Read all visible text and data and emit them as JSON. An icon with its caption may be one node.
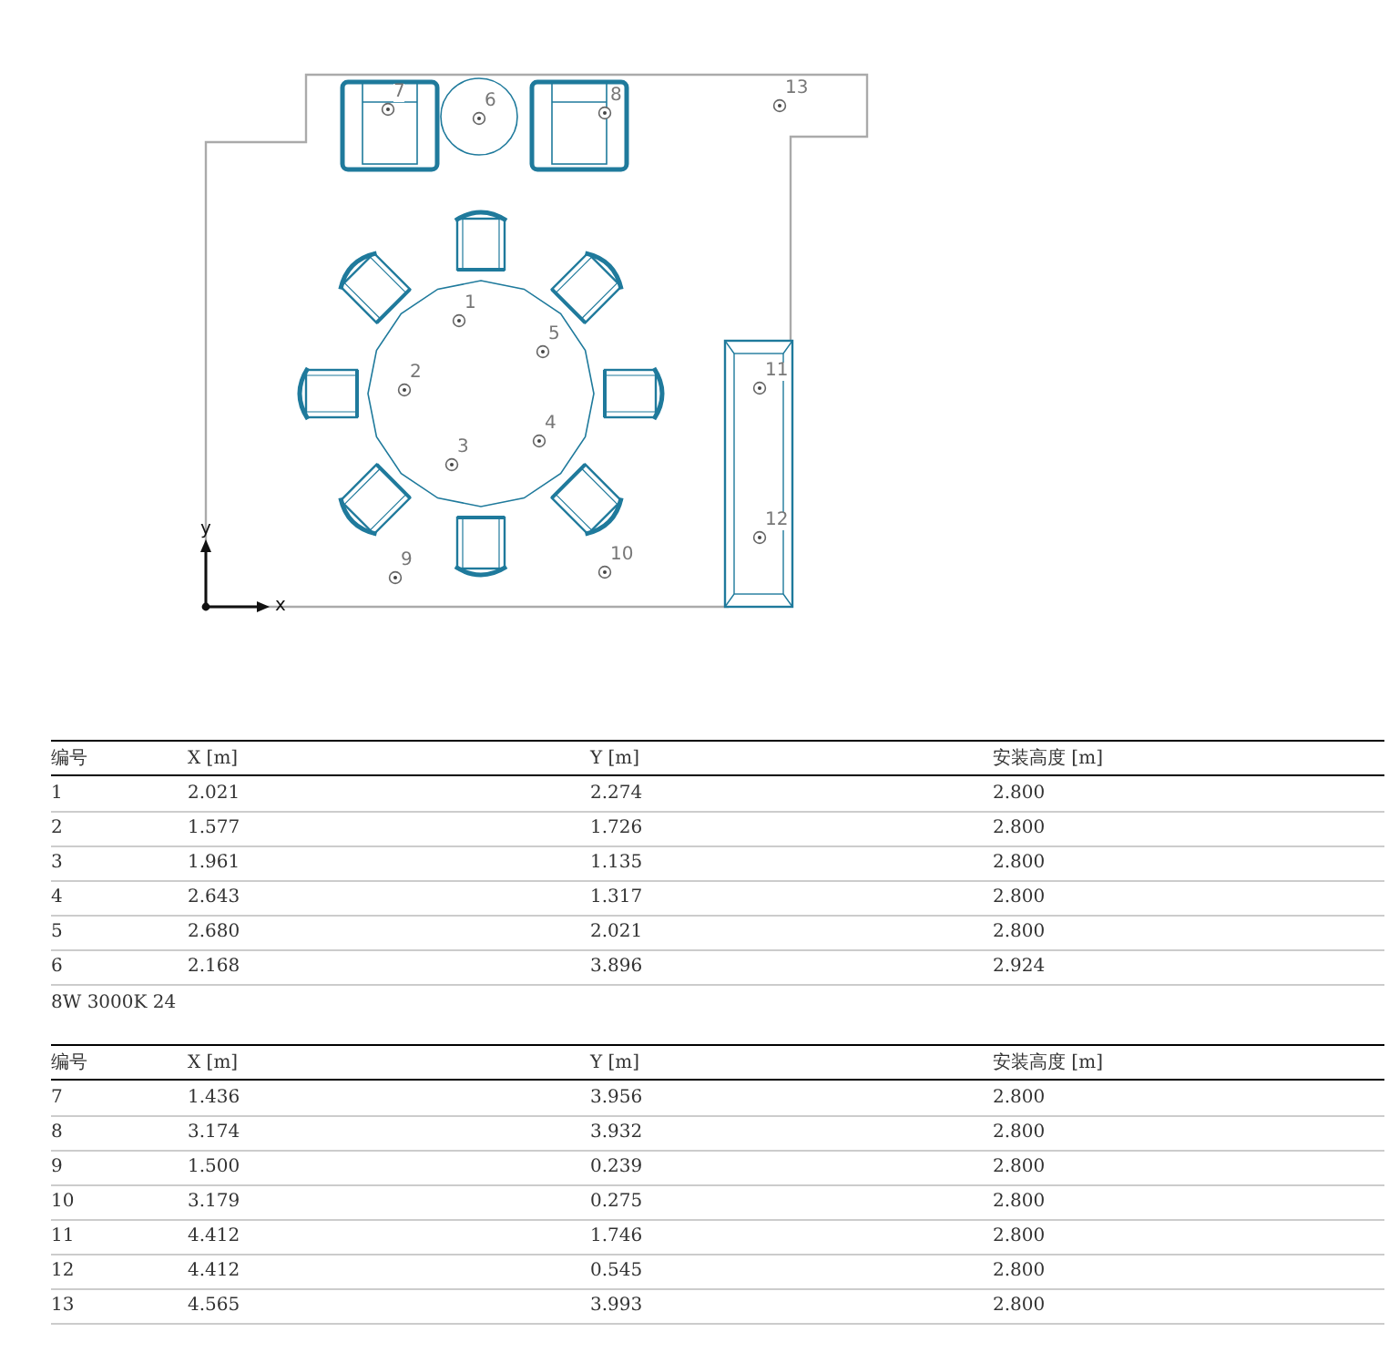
{
  "diagram": {
    "labels": [
      "1",
      "2",
      "3",
      "4",
      "5",
      "6",
      "7",
      "8",
      "9",
      "10",
      "11",
      "12",
      "13",
      "y",
      "x",
      "编号",
      "X [m]",
      "Y [m]",
      "安装高度 [m]",
      "1",
      "2.021",
      "2.274",
      "2.800",
      "2",
      "1.577",
      "1.726",
      "2.800",
      "3",
      "1.961",
      "1.135",
      "2.800",
      "4",
      "2.643",
      "1.317",
      "2.800",
      "5",
      "2.680",
      "2.021",
      "2.800",
      "6",
      "2.168",
      "3.896",
      "2.924",
      "8W 3000K 24",
      "编号",
      "X [m]",
      "Y [m]",
      "安装高度 [m]",
      "7",
      "1.436",
      "3.956",
      "2.800",
      "8",
      "3.174",
      "3.932",
      "2.800",
      "9",
      "1.500",
      "0.239",
      "2.800",
      "10",
      "3.179",
      "0.275",
      "2.800",
      "11",
      "4.412",
      "1.746",
      "2.800",
      "12",
      "4.412",
      "0.545",
      "2.800",
      "13",
      "4.565",
      "3.993",
      "2.800"
    ]
  }
}
